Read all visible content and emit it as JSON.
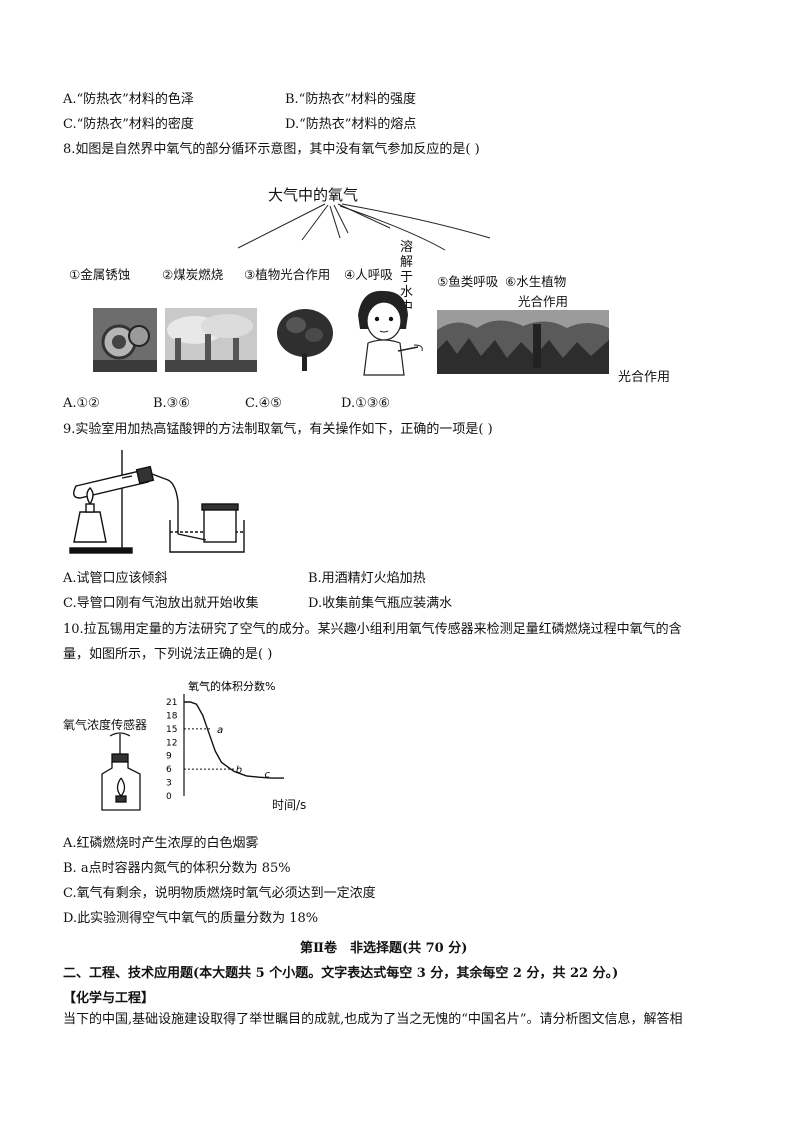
{
  "q7_options": {
    "a": "A.“防热衣”材料的色泽",
    "b": "B.“防热衣”材料的强度",
    "c": "C.“防热衣”材料的密度",
    "d": "D.“防热衣”材料的熔点"
  },
  "q8": {
    "stem": "8.如图是自然界中氧气的部分循环示意图，其中没有氧气参加反应的是(     )",
    "diagram": {
      "top_label": "大气中的氧气",
      "dissolve_label": "溶解于水中",
      "items": [
        "①金属锈蚀",
        "②煤炭燃烧",
        "③植物光合作用",
        "④人呼吸",
        "⑤鱼类呼吸",
        "⑥水生植物",
        "光合作用"
      ],
      "bottom_right": "光合作用"
    },
    "options": {
      "a": "A.①②",
      "b": "B.③⑥",
      "c": "C.④⑤",
      "d": "D.①③⑥"
    }
  },
  "q9": {
    "stem": "9.实验室用加热高锰酸钾的方法制取氧气，有关操作如下，正确的一项是(     )",
    "options": {
      "a": "A.试管口应该倾斜",
      "b": "B.用酒精灯火焰加热",
      "c": "C.导管口刚有气泡放出就开始收集",
      "d": "D.收集前集气瓶应装满水"
    }
  },
  "q10": {
    "stem_line1": "10.拉瓦锡用定量的方法研究了空气的成分。某兴趣小组利用氧气传感器来检测足量红磷燃烧过程中氧气的含",
    "stem_line2": "量，如图所示，下列说法正确的是(     )",
    "sensor_label": "氧气浓度传感器",
    "options": {
      "a": "A.红磷燃烧时产生浓厚的白色烟雾",
      "b": "B. a点时容器内氮气的体积分数为 85%",
      "c": "C.氧气有剩余，说明物质燃烧时氧气必须达到一定浓度",
      "d": "D.此实验测得空气中氧气的质量分数为 18%"
    }
  },
  "chart_data": {
    "type": "line",
    "ylabel": "氧气的体积分数%",
    "xlabel": "时间/s",
    "yticks": [
      0,
      3,
      6,
      9,
      12,
      15,
      18,
      21
    ],
    "point_labels": [
      "a",
      "b",
      "c"
    ],
    "series": [
      {
        "x": [
          0,
          0.5,
          1,
          1.5,
          2,
          2.5,
          3,
          3.5,
          4,
          5,
          6,
          7,
          8
        ],
        "values": [
          21,
          21,
          20.5,
          18,
          14,
          10,
          7.5,
          6.5,
          5.5,
          4.5,
          4.2,
          4.0,
          4.0
        ]
      }
    ]
  },
  "section2": {
    "title": "第Ⅱ卷　非选择题(共 70 分)",
    "heading": "二、工程、技术应用题(本大题共 5 个小题。文字表达式每空 3 分，其余每空 2 分，共 22 分。)",
    "subhead": "【化学与工程】",
    "para": "当下的中国,基础设施建设取得了举世瞩目的成就,也成为了当之无愧的“中国名片”。请分析图文信息，解答相"
  }
}
